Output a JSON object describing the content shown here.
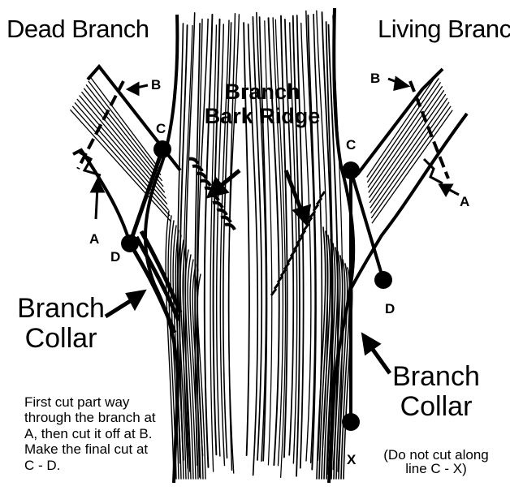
{
  "titles": {
    "dead": "Dead Branch",
    "living": "Living Branch"
  },
  "ridge_label": [
    "Branch",
    "Bark Ridge"
  ],
  "collar_left": [
    "Branch",
    "Collar"
  ],
  "collar_right": [
    "Branch",
    "Collar"
  ],
  "point_labels": {
    "dead_B": "B",
    "dead_C": "C",
    "dead_A": "A",
    "dead_D": "D",
    "live_B": "B",
    "live_C": "C",
    "live_A": "A",
    "live_D": "D",
    "live_X": "X"
  },
  "instructions": "First cut part way through the branch at A, then cut it off at B. Make the final cut at C - D.",
  "warning": "(Do not cut along line C - X)",
  "colors": {
    "ink": "#000000",
    "paper": "#ffffff"
  }
}
